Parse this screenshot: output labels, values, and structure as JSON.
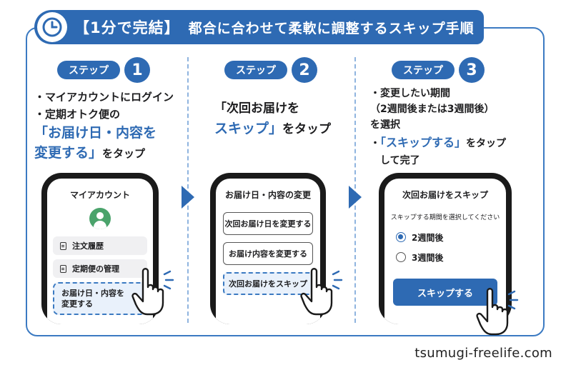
{
  "header": {
    "title": "【1分で完結】",
    "subtitle": "都合に合わせて柔軟に調整するスキップ手順",
    "icon": "clock-icon"
  },
  "steps": [
    {
      "pill": "ステップ",
      "number": "1",
      "lines": [
        "・マイアカウントにログイン",
        "・定期オトク便の"
      ],
      "highlight1": "「お届け日・内容を",
      "highlight2": "変更する」",
      "tail": "をタップ",
      "screen": {
        "title": "マイアカウント",
        "items": [
          "注文履歴",
          "定期便の管理"
        ],
        "highlight_line1": "お届け日・内容を",
        "highlight_line2": "変更する",
        "chevron": "›"
      }
    },
    {
      "pill": "ステップ",
      "number": "2",
      "line1": "「次回お届けを",
      "highlight": "スキップ」",
      "tail": "をタップ",
      "screen": {
        "title": "お届け日・内容の変更",
        "buttons": [
          "次回お届け日を変更する",
          "お届け内容を変更する",
          "次回お届けをスキップ"
        ]
      }
    },
    {
      "pill": "ステップ",
      "number": "3",
      "lines": [
        "・変更したい期間",
        "（2週間後または3週間後）",
        "を選択"
      ],
      "highlight": "「スキップする」",
      "tail": "をタップ",
      "tail2": "して完了",
      "screen": {
        "title": "次回お届けをスキップ",
        "prompt": "スキップする期間を選択してください",
        "options": [
          "2週間後",
          "3週間後"
        ],
        "selected": "2週間後",
        "button": "スキップする"
      }
    }
  ],
  "footer": "tsumugi-freelife.com",
  "colors": {
    "accent": "#2e6ab3",
    "border": "#3b7ac2",
    "highlight_bg": "#e9f1fb"
  }
}
